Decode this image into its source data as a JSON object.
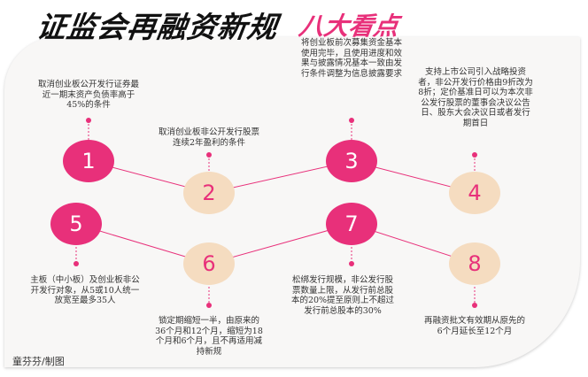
{
  "title": "证监会再融资新规",
  "subtitle": "八大看点",
  "colors": {
    "pink": "#e8307a",
    "peach": "#f5dcc0"
  },
  "points": [
    {
      "num": "1",
      "text": "取消创业板公开发行证券最近一期末资产负债率高于45%的条件"
    },
    {
      "num": "2",
      "text": "取消创业板非公开发行股票连续2年盈利的条件"
    },
    {
      "num": "3",
      "text": "将创业板前次募集资金基本使用完毕，且使用进度和效果与披露情况基本一致由发行条件调整为信息披露要求"
    },
    {
      "num": "4",
      "text": "支持上市公司引入战略投资者，非公开发行价格由9折改为8折；定价基准日可以为本次非公发行股票的董事会决议公告日、股东大会决议日或者发行期首日"
    },
    {
      "num": "5",
      "text": "主板（中小板）及创业板非公开发行对象，从5或10人统一放宽至最多35人"
    },
    {
      "num": "6",
      "text": "锁定期缩短一半，由原来的36个月和12个月，缩短为18个月和6个月，且不再适用减持新规"
    },
    {
      "num": "7",
      "text": "松绑发行规模，非公发行股票数量上限，从发行前总股本的20%提至原则上不超过发行前总股本的30%"
    },
    {
      "num": "8",
      "text": "再融资批文有效期从原先的6个月延长至12个月"
    }
  ],
  "credit": "童芬芬/制图"
}
